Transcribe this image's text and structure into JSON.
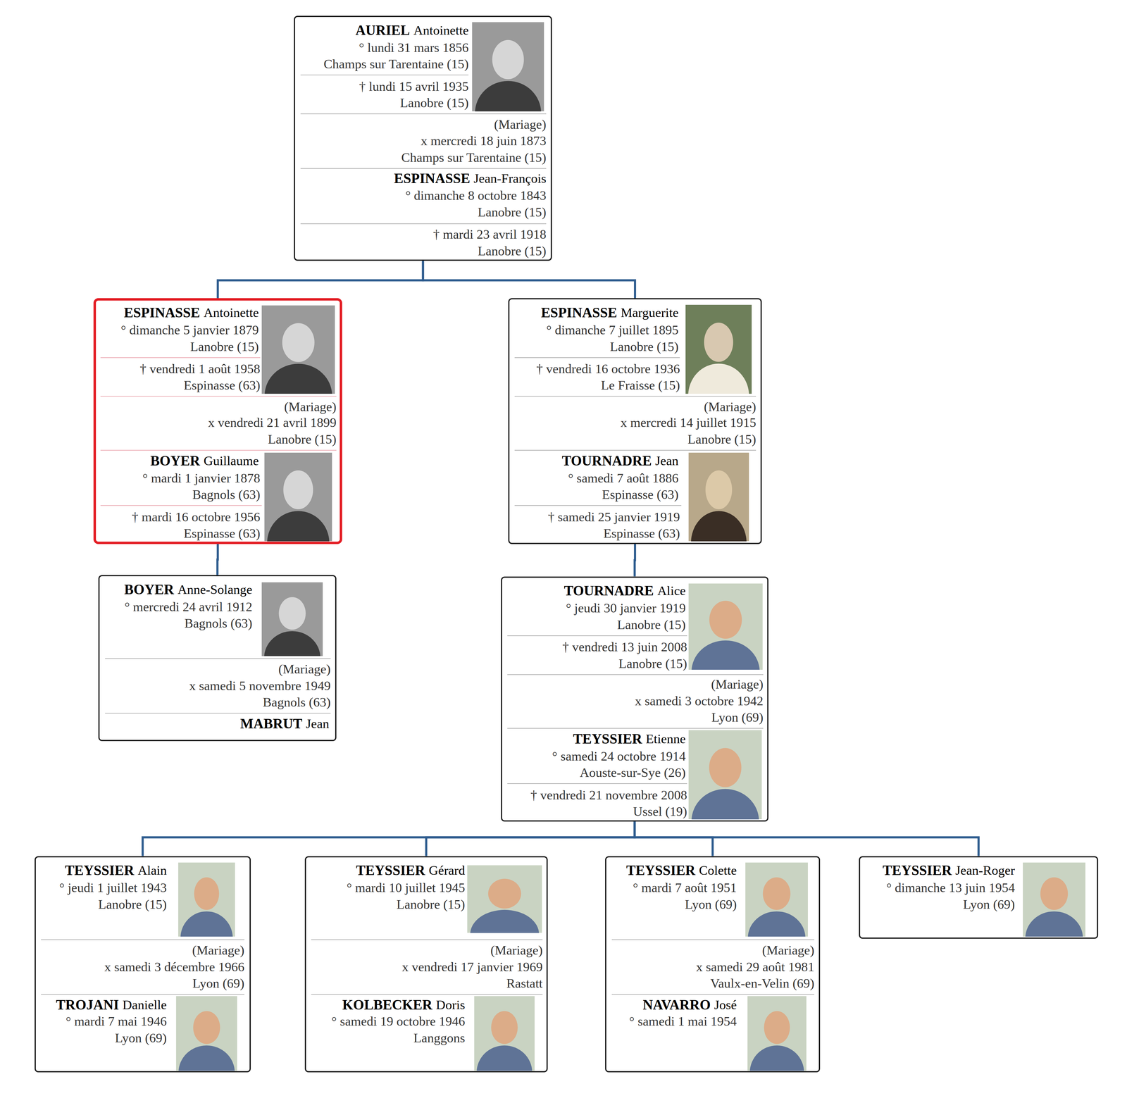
{
  "diagram": {
    "nodes": [
      {
        "text": [
          "AURIEL",
          "Antoinette",
          "° lundi 31 mars 1856",
          "Champs sur Tarentaine (15)",
          "† lundi 15 avril 1935",
          "Lanobre (15)",
          "(Mariage)",
          "x mercredi 18 juin 1873",
          "Champs sur Tarentaine (15)",
          "ESPINASSE",
          "Jean-François",
          "° dimanche 8 octobre 1843",
          "Lanobre (15)",
          "† mardi 23 avril 1918",
          "Lanobre (15)"
        ]
      },
      {
        "text": [
          "ESPINASSE",
          "Antoinette",
          "° dimanche 5 janvier 1879",
          "Lanobre (15)",
          "† vendredi 1 août 1958",
          "Espinasse (63)",
          "(Mariage)",
          "x vendredi 21 avril 1899",
          "Lanobre (15)",
          "BOYER",
          "Guillaume",
          "° mardi 1 janvier 1878",
          "Bagnols (63)",
          "† mardi 16 octobre 1956",
          "Espinasse (63)"
        ]
      },
      {
        "text": [
          "ESPINASSE",
          "Marguerite",
          "° dimanche 7 juillet 1895",
          "Lanobre (15)",
          "† vendredi 16 octobre 1936",
          "Le Fraisse (15)",
          "(Mariage)",
          "x mercredi 14 juillet 1915",
          "Lanobre (15)",
          "TOURNADRE",
          "Jean",
          "° samedi 7 août 1886",
          "Espinasse (63)",
          "† samedi 25 janvier 1919",
          "Espinasse (63)"
        ]
      },
      {
        "text": [
          "BOYER",
          "Anne-Solange",
          "° mercredi 24 avril 1912",
          "Bagnols (63)",
          "(Mariage)",
          "x samedi 5 novembre 1949",
          "Bagnols (63)",
          "MABRUT",
          "Jean"
        ]
      },
      {
        "text": [
          "TOURNADRE",
          "Alice",
          "° jeudi 30 janvier 1919",
          "Lanobre (15)",
          "† vendredi 13 juin 2008",
          "Lanobre (15)",
          "(Mariage)",
          "x samedi 3 octobre 1942",
          "Lyon (69)",
          "TEYSSIER",
          "Etienne",
          "° samedi 24 octobre 1914",
          "Aouste-sur-Sye (26)",
          "† vendredi 21 novembre 2008",
          "Ussel (19)"
        ]
      },
      {
        "text": [
          "TEYSSIER",
          "Alain",
          "° jeudi 1 juillet 1943",
          "Lanobre (15)",
          "(Mariage)",
          "x samedi 3 décembre 1966",
          "Lyon (69)",
          "TROJANI",
          "Danielle",
          "° mardi 7 mai 1946",
          "Lyon (69)"
        ]
      },
      {
        "text": [
          "TEYSSIER",
          "Gérard",
          "° mardi 10 juillet 1945",
          "Lanobre (15)",
          "(Mariage)",
          "x vendredi 17 janvier 1969",
          "Rastatt",
          "KOLBECKER",
          "Doris",
          "° samedi 19 octobre 1946",
          "Langgons"
        ]
      },
      {
        "text": [
          "TEYSSIER",
          "Colette",
          "° mardi 7 août 1951",
          "Lyon (69)",
          "(Mariage)",
          "x samedi 29 août 1981",
          "Vaulx-en-Velin (69)",
          "NAVARRO",
          "José",
          "° samedi 1 mai 1954"
        ]
      },
      {
        "text": [
          "TEYSSIER",
          "Jean-Roger",
          "° dimanche 13 juin 1954",
          "Lyon (69)"
        ]
      }
    ],
    "edges": [
      {
        "from": 0,
        "to": 1,
        "arrow": "none"
      },
      {
        "from": 0,
        "to": 2,
        "arrow": "none"
      },
      {
        "from": 1,
        "to": 3,
        "arrow": "none"
      },
      {
        "from": 2,
        "to": 4,
        "arrow": "none"
      },
      {
        "from": 4,
        "to": 5,
        "arrow": "none"
      },
      {
        "from": 4,
        "to": 6,
        "arrow": "none"
      },
      {
        "from": 4,
        "to": 7,
        "arrow": "none"
      },
      {
        "from": 4,
        "to": 8,
        "arrow": "none"
      }
    ]
  }
}
